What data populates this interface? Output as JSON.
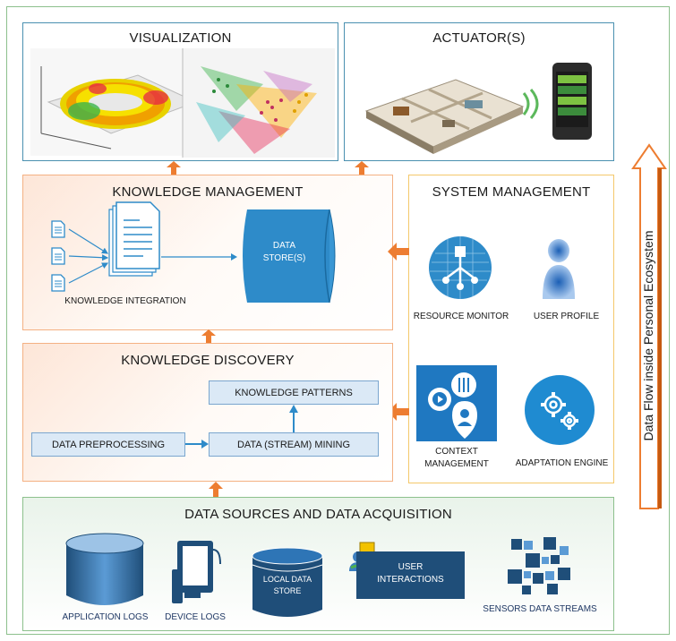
{
  "visualization": {
    "title": "VISUALIZATION"
  },
  "actuators": {
    "title": "ACTUATOR(S)"
  },
  "knowledge_management": {
    "title": "KNOWLEDGE MANAGEMENT",
    "integration_label": "KNOWLEDGE INTEGRATION",
    "data_store_label_line1": "DATA",
    "data_store_label_line2": "STORE(S)"
  },
  "system_management": {
    "title": "SYSTEM MANAGEMENT",
    "resource_monitor": "RESOURCE MONITOR",
    "user_profile": "USER PROFILE",
    "context_management_line1": "CONTEXT",
    "context_management_line2": "MANAGEMENT",
    "adaptation_engine": "ADAPTATION ENGINE"
  },
  "knowledge_discovery": {
    "title": "KNOWLEDGE DISCOVERY",
    "patterns": "KNOWLEDGE PATTERNS",
    "preprocessing": "DATA PREPROCESSING",
    "mining": "DATA (STREAM) MINING"
  },
  "data_sources": {
    "title": "DATA SOURCES AND DATA ACQUISITION",
    "application_logs": "APPLICATION LOGS",
    "device_logs": "DEVICE LOGS",
    "local_store_line1": "LOCAL DATA",
    "local_store_line2": "STORE",
    "user_interactions_line1": "USER",
    "user_interactions_line2": "INTERACTIONS",
    "sensor_streams": "SENSORS DATA STREAMS"
  },
  "flow_label": "Data Flow inside Personal Ecosystem",
  "colors": {
    "orange_arrow": "#ed7d31",
    "blue": "#2e8bc9",
    "navy": "#1f4e79",
    "orange_border": "#f4b183",
    "green_border": "#8cc08c",
    "teal_border": "#4a90b0"
  }
}
